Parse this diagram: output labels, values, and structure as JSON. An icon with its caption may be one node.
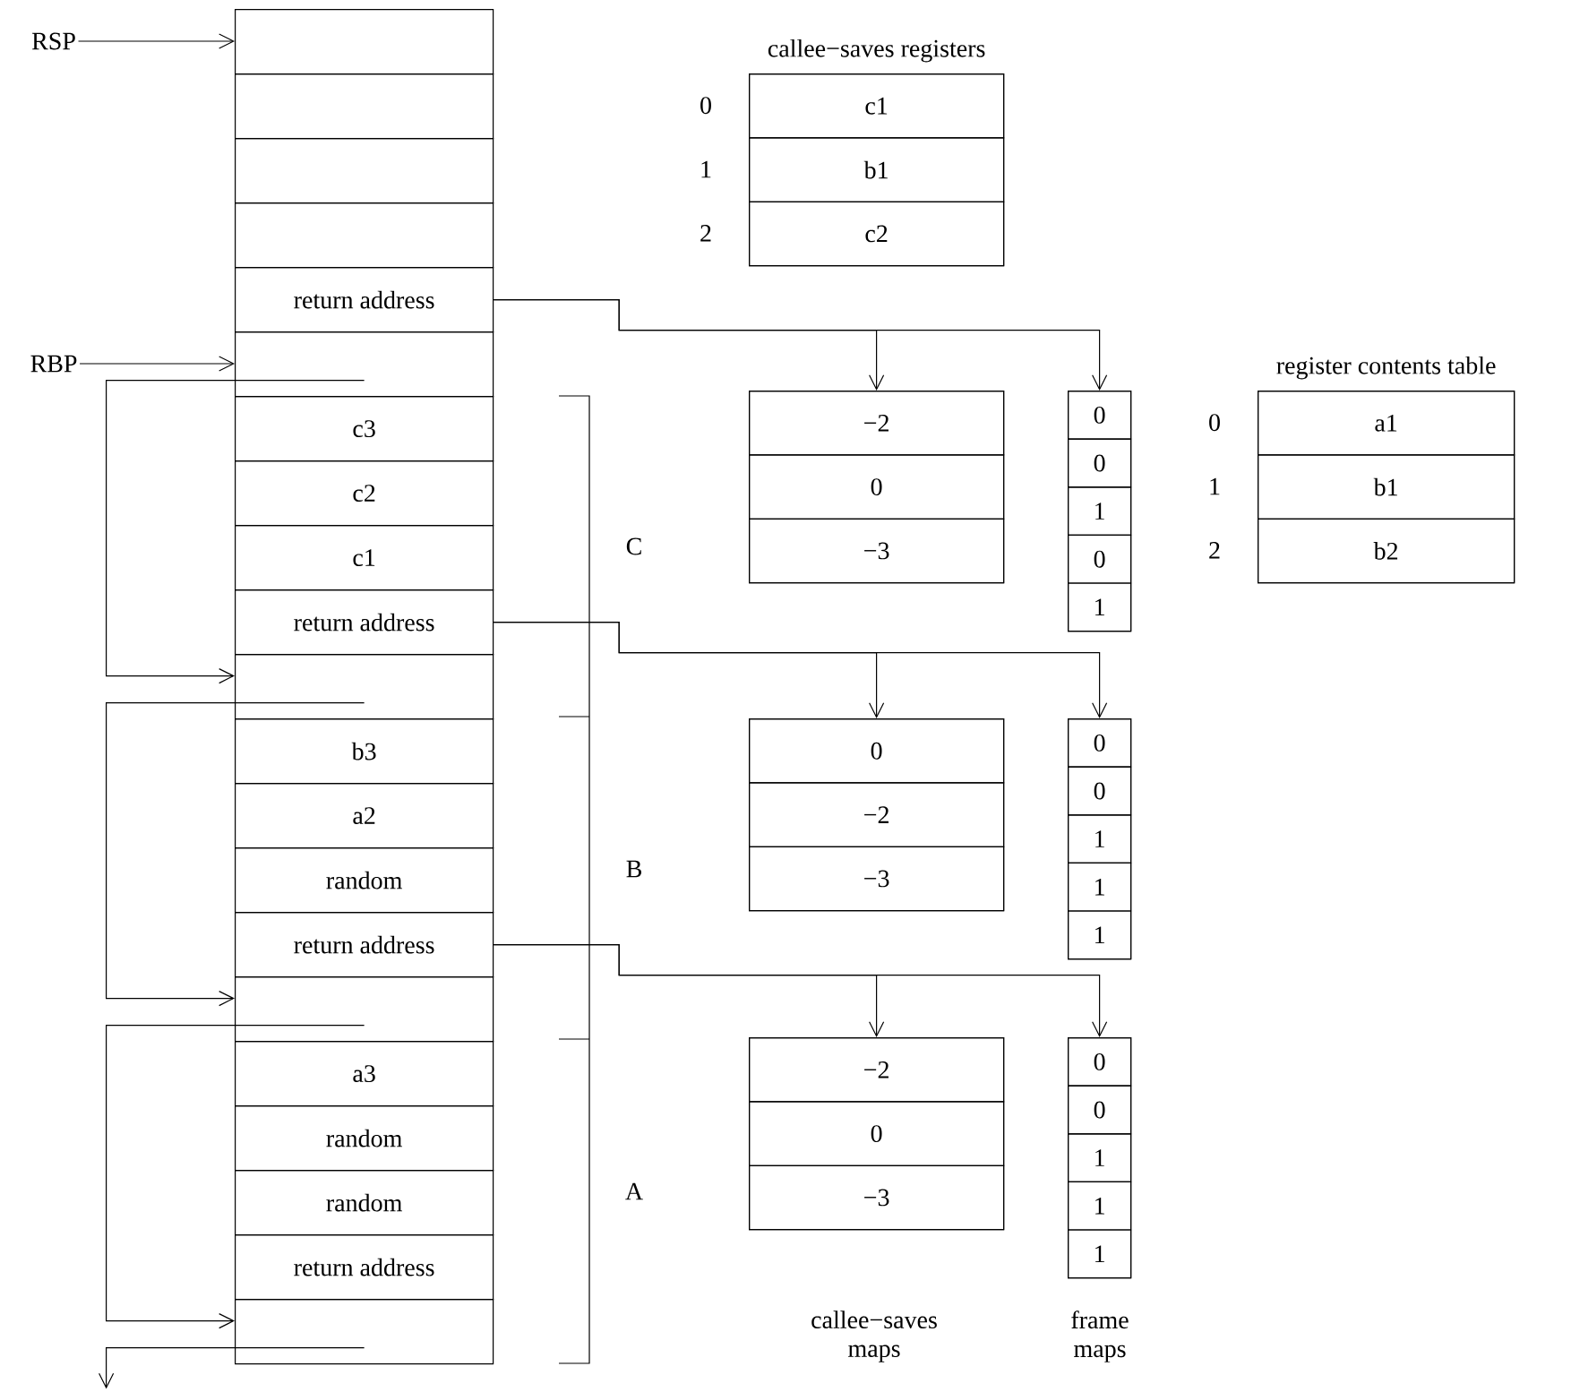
{
  "diagram": {
    "nodes": [
      {
        "text": [
          "RSP"
        ]
      },
      {
        "text": [
          "RBP"
        ]
      },
      {
        "text": [],
        "shape": "box"
      },
      {
        "text": [],
        "shape": "box"
      },
      {
        "text": [],
        "shape": "box"
      },
      {
        "text": [],
        "shape": "box"
      },
      {
        "text": [
          "return address"
        ]
      },
      {
        "text": [],
        "shape": "box"
      },
      {
        "text": [
          "c3"
        ]
      },
      {
        "text": [
          "c2"
        ]
      },
      {
        "text": [
          "c1"
        ]
      },
      {
        "text": [
          "return address"
        ]
      },
      {
        "text": [],
        "shape": "box"
      },
      {
        "text": [
          "b3"
        ]
      },
      {
        "text": [
          "a2"
        ]
      },
      {
        "text": [
          "random"
        ]
      },
      {
        "text": [
          "return address"
        ]
      },
      {
        "text": [],
        "shape": "box"
      },
      {
        "text": [
          "a3"
        ]
      },
      {
        "text": [
          "random"
        ]
      },
      {
        "text": [
          "random"
        ]
      },
      {
        "text": [
          "return address"
        ]
      },
      {
        "text": [],
        "shape": "box"
      },
      {
        "text": [
          "callee−saves registers"
        ]
      },
      {
        "text": [
          "c1"
        ],
        "beside": [
          "0"
        ],
        "in": 23
      },
      {
        "text": [
          "b1"
        ],
        "beside": [
          "1"
        ],
        "in": 23
      },
      {
        "text": [
          "c2"
        ],
        "beside": [
          "2"
        ],
        "in": 23
      },
      {
        "text": [
          "register contents table"
        ]
      },
      {
        "text": [
          "a1"
        ],
        "beside": [
          "0"
        ],
        "in": 27
      },
      {
        "text": [
          "b1"
        ],
        "beside": [
          "1"
        ],
        "in": 27
      },
      {
        "text": [
          "b2"
        ],
        "beside": [
          "2"
        ],
        "in": 27
      },
      {
        "text": [],
        "shape": "box"
      },
      {
        "text": [
          "−2"
        ],
        "in": 31
      },
      {
        "text": [
          "0"
        ],
        "in": 31
      },
      {
        "text": [
          "−3"
        ],
        "in": 31
      },
      {
        "text": [],
        "shape": "box"
      },
      {
        "text": [
          "0"
        ],
        "in": 35
      },
      {
        "text": [
          "0"
        ],
        "in": 35
      },
      {
        "text": [
          "1"
        ],
        "in": 35
      },
      {
        "text": [
          "0"
        ],
        "in": 35
      },
      {
        "text": [
          "1"
        ],
        "in": 35
      },
      {
        "text": [],
        "shape": "box"
      },
      {
        "text": [
          "0"
        ],
        "in": 41
      },
      {
        "text": [
          "−2"
        ],
        "in": 41
      },
      {
        "text": [
          "−3"
        ],
        "in": 41
      },
      {
        "text": [],
        "shape": "box"
      },
      {
        "text": [
          "0"
        ],
        "in": 45
      },
      {
        "text": [
          "0"
        ],
        "in": 45
      },
      {
        "text": [
          "1"
        ],
        "in": 45
      },
      {
        "text": [
          "1"
        ],
        "in": 45
      },
      {
        "text": [
          "1"
        ],
        "in": 45
      },
      {
        "text": [],
        "shape": "box"
      },
      {
        "text": [
          "−2"
        ],
        "in": 51
      },
      {
        "text": [
          "0"
        ],
        "in": 51
      },
      {
        "text": [
          "−3"
        ],
        "in": 51
      },
      {
        "text": [],
        "shape": "box"
      },
      {
        "text": [
          "0"
        ],
        "in": 55
      },
      {
        "text": [
          "0"
        ],
        "in": 55
      },
      {
        "text": [
          "1"
        ],
        "in": 55
      },
      {
        "text": [
          "1"
        ],
        "in": 55
      },
      {
        "text": [
          "1"
        ],
        "in": 55
      }
    ],
    "edges": [
      {
        "from": 0,
        "to": 2,
        "arrow": "to"
      },
      {
        "from": 1,
        "to": 7,
        "arrow": "to"
      },
      {
        "from": 7,
        "to": 12,
        "arrow": "to"
      },
      {
        "from": 12,
        "to": 17,
        "arrow": "to"
      },
      {
        "from": 17,
        "to": 22,
        "arrow": "to"
      },
      {
        "from": 22,
        "to": null,
        "arrow": "to"
      },
      {
        "from": 6,
        "to": 31,
        "arrow": "to"
      },
      {
        "from": 6,
        "to": 35,
        "arrow": "to"
      },
      {
        "from": 11,
        "to": 41,
        "arrow": "to"
      },
      {
        "from": 11,
        "to": 45,
        "arrow": "to"
      },
      {
        "from": 16,
        "to": 51,
        "arrow": "to"
      },
      {
        "from": 16,
        "to": 55,
        "arrow": "to"
      }
    ],
    "labels": [
      "C",
      "B",
      "A",
      "callee−saves maps",
      "frame maps"
    ]
  }
}
